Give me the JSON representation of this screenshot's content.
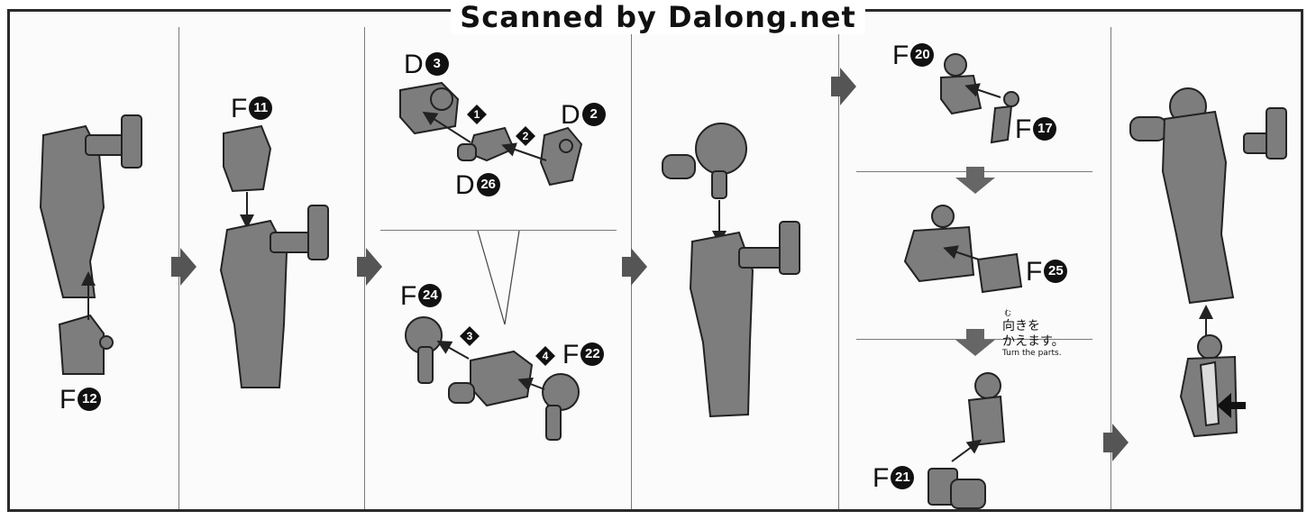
{
  "watermark": "Scanned by Dalong.net",
  "labels": {
    "f12": {
      "letter": "F",
      "num": "12"
    },
    "f11": {
      "letter": "F",
      "num": "11"
    },
    "d3": {
      "letter": "D",
      "num": "3"
    },
    "d2": {
      "letter": "D",
      "num": "2"
    },
    "d26": {
      "letter": "D",
      "num": "26"
    },
    "f24": {
      "letter": "F",
      "num": "24"
    },
    "f22": {
      "letter": "F",
      "num": "22"
    },
    "f20": {
      "letter": "F",
      "num": "20"
    },
    "f17": {
      "letter": "F",
      "num": "17"
    },
    "f25": {
      "letter": "F",
      "num": "25"
    },
    "f21": {
      "letter": "F",
      "num": "21"
    }
  },
  "steps": {
    "s1": "1",
    "s2": "2",
    "s3": "3",
    "s4": "4"
  },
  "note": {
    "ruby": "む",
    "line1": "向きを",
    "line2": "かえます。",
    "english": "Turn the parts."
  },
  "colors": {
    "part": "#7d7d7d",
    "part_dark": "#555555",
    "line": "#222222",
    "arrow": "#5c5c5c"
  }
}
